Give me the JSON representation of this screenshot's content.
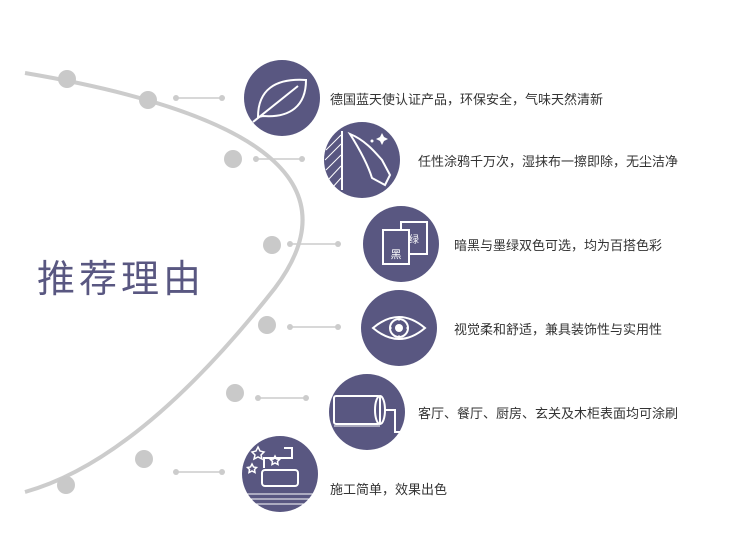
{
  "heading": "推荐理由",
  "colors": {
    "accent": "#595781",
    "arc": "#cccccc",
    "text": "#333333"
  },
  "reasons": [
    {
      "icon": "leaf-icon",
      "text": "德国蓝天使认证产品，环保安全，气味天然清新"
    },
    {
      "icon": "wipe-hand-icon",
      "text": "任性涂鸦千万次，湿抹布一擦即除，无尘洁净"
    },
    {
      "icon": "color-cards-icon",
      "text": "暗黑与墨绿双色可选，均为百搭色彩",
      "card_labels": [
        "黑",
        "绿"
      ]
    },
    {
      "icon": "eye-icon",
      "text": "视觉柔和舒适，兼具装饰性与实用性"
    },
    {
      "icon": "paint-roller-icon",
      "text": "客厅、餐厅、厨房、玄关及木柜表面均可涂刷"
    },
    {
      "icon": "roller-stars-icon",
      "text": "施工简单，效果出色"
    }
  ]
}
